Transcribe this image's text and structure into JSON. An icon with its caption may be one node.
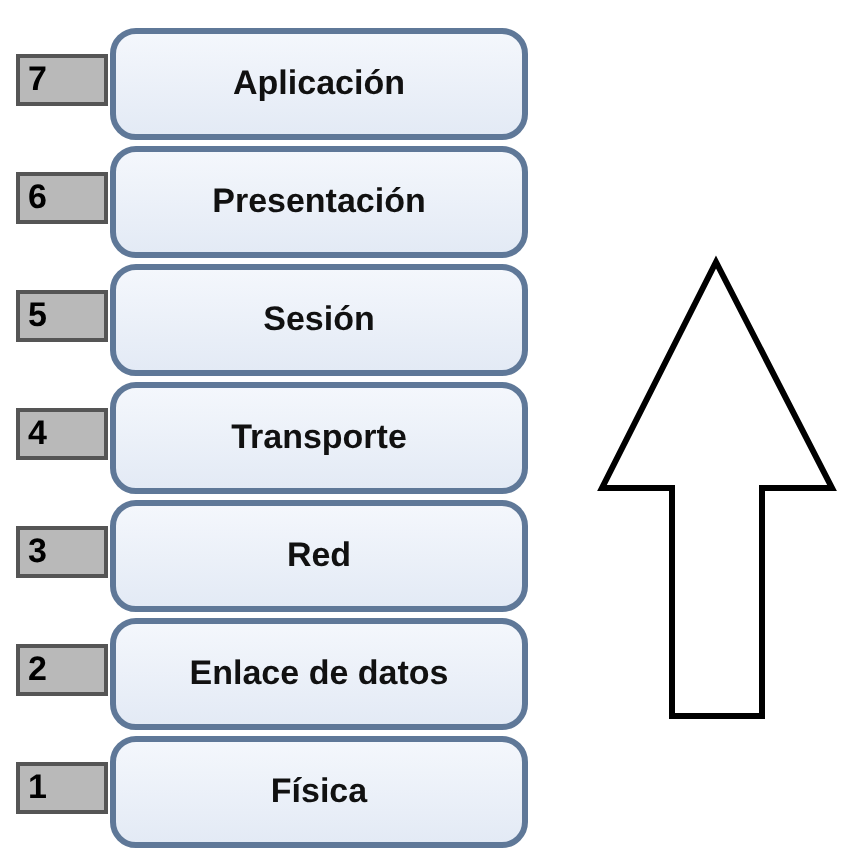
{
  "diagram": {
    "nodes": [
      {
        "text": [
          "7",
          "Aplicación"
        ]
      },
      {
        "text": [
          "6",
          "Presentación"
        ]
      },
      {
        "text": [
          "5",
          "Sesión"
        ]
      },
      {
        "text": [
          "4",
          "Transporte"
        ]
      },
      {
        "text": [
          "3",
          "Red"
        ]
      },
      {
        "text": [
          "2",
          "Enlace de datos"
        ]
      },
      {
        "text": [
          "1",
          "Física"
        ]
      }
    ]
  }
}
